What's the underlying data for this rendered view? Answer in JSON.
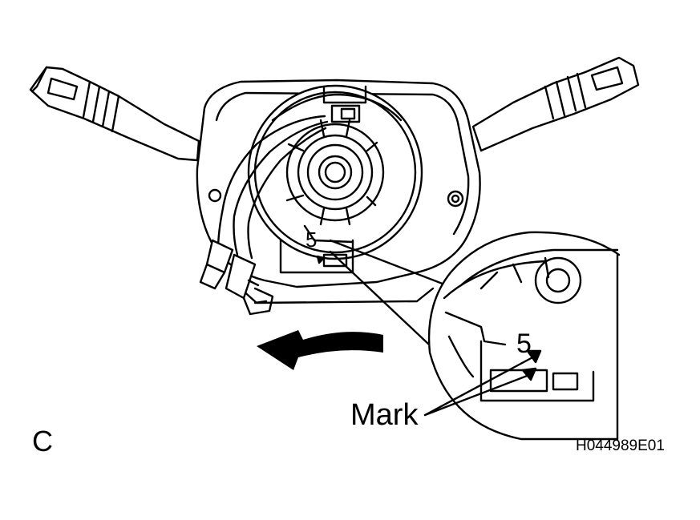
{
  "labels": {
    "view_letter": "C",
    "callout": "Mark",
    "figure_code": "H044989E01",
    "mark_number_main": "5",
    "mark_number_detail": "5"
  },
  "colors": {
    "ink": "#000000",
    "paper": "#ffffff"
  },
  "icons": {
    "rotation_arrow": "counterclockwise-arrow-icon"
  }
}
